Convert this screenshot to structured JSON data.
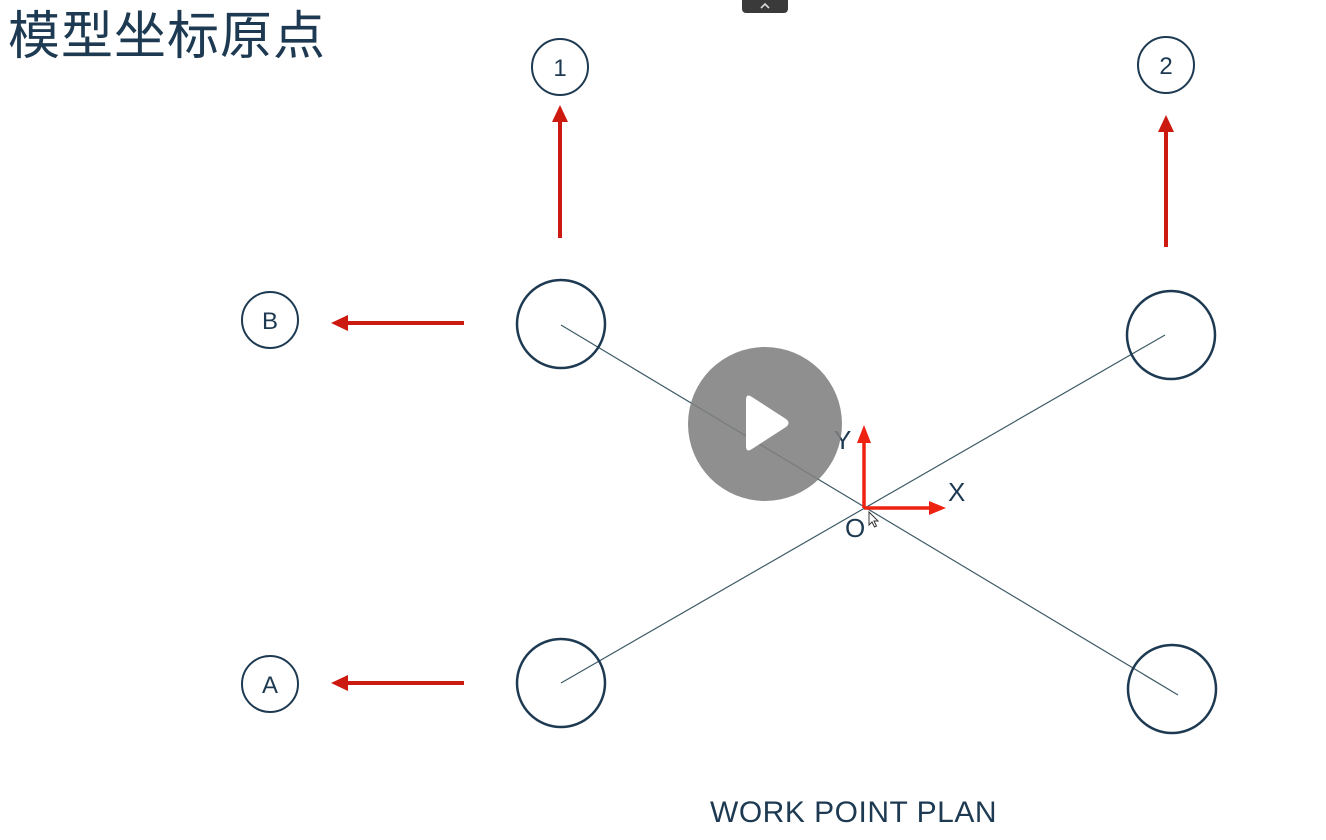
{
  "slide": {
    "title": "模型坐标原点",
    "caption": "WORK POINT PLAN"
  },
  "grid": {
    "column_labels": [
      "1",
      "2"
    ],
    "row_labels": [
      "B",
      "A"
    ]
  },
  "axes": {
    "x_label": "X",
    "y_label": "Y",
    "origin_label": "O"
  },
  "player": {
    "play_icon": "play-icon",
    "collapse_icon": "chevron-up-icon"
  },
  "colors": {
    "ink": "#1d3a52",
    "arrow_red": "#cc1a10",
    "axis_red": "#ee2211",
    "play_bg": "#808080"
  }
}
